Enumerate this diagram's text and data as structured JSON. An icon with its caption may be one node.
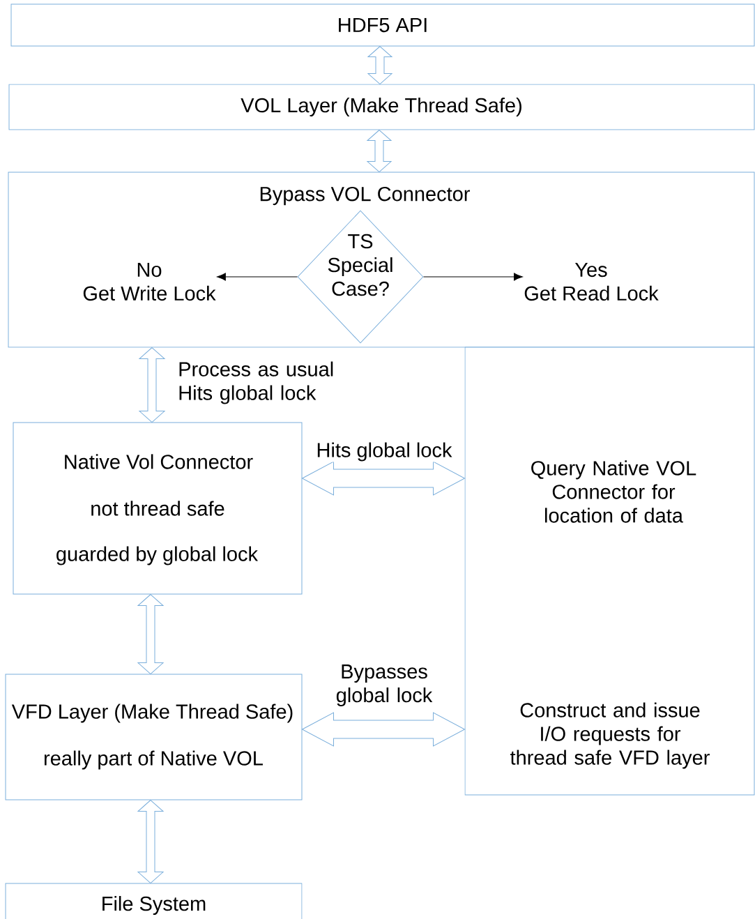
{
  "diagram": {
    "nodes": [
      {
        "text": [
          "HDF5 API"
        ]
      },
      {
        "text": [
          "VOL Layer (Make Thread Safe)"
        ]
      },
      {
        "text": [
          "Bypass VOL Connector"
        ]
      },
      {
        "text": [
          "TS Special Case?"
        ],
        "in": 2
      },
      {
        "text": [
          "No",
          "Get Write Lock"
        ],
        "in": 2
      },
      {
        "text": [
          "Yes",
          "Get Read Lock"
        ],
        "in": 2
      },
      {
        "text": [
          "Native Vol Connector",
          "not thread safe",
          "guarded by global lock"
        ]
      },
      {
        "text": [
          "Query Native VOL Connector for location of data",
          "Construct and issue I/O requests for thread safe VFD layer"
        ]
      },
      {
        "text": [
          "VFD Layer (Make Thread Safe)",
          "really part of Native VOL"
        ]
      },
      {
        "text": [
          "File System"
        ]
      }
    ],
    "edges": [
      {
        "from": 0,
        "to": 1,
        "arrow": "both"
      },
      {
        "from": 1,
        "to": 2,
        "arrow": "both"
      },
      {
        "from": 3,
        "to": 4,
        "arrow": "to",
        "color": "#000000"
      },
      {
        "from": 3,
        "to": 5,
        "arrow": "to",
        "color": "#000000"
      },
      {
        "from": 2,
        "to": 6,
        "arrow": "both",
        "label": "Process as usual Hits global lock"
      },
      {
        "from": 6,
        "to": 7,
        "arrow": "both",
        "label": "Hits global lock"
      },
      {
        "from": 6,
        "to": 8,
        "arrow": "both"
      },
      {
        "from": 8,
        "to": 7,
        "arrow": "both",
        "label": "Bypasses global lock"
      },
      {
        "from": 8,
        "to": 9,
        "arrow": "both"
      }
    ]
  }
}
